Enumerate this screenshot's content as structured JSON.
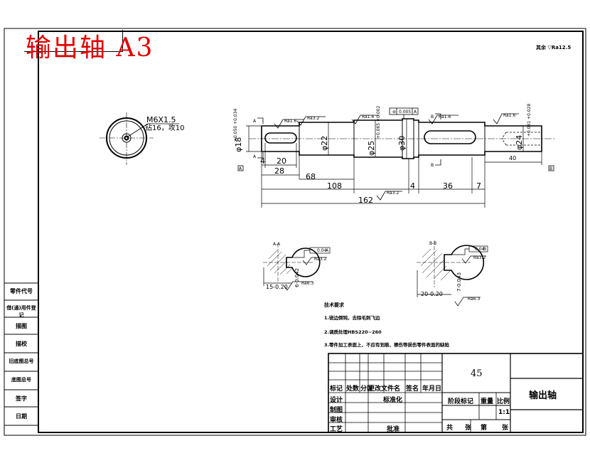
{
  "title_stamp": "输出轴 A3",
  "roughness_general": "其余 ▽Ra12.5",
  "hole_label": {
    "thread": "M6X1.5",
    "depth": "钻16，攻10"
  },
  "dimensions": {
    "d18": "φ18",
    "d18_tol": "+0.050 +0.034",
    "d22": "φ22",
    "d25": "φ25",
    "d25_tol": "+0.065 +0.002",
    "d30": "φ30",
    "d24": "φ24",
    "d24_tol": "+0.081 +0.028",
    "len4a": "4",
    "len20": "20",
    "len28": "28",
    "len68": "68",
    "len108": "108",
    "len4b": "4",
    "len36": "36",
    "len7": "7",
    "len162": "162",
    "len40": "40"
  },
  "roughness": {
    "r16a": "Ra1.6",
    "r32a": "Ra3.2",
    "r16b": "Ra1.6",
    "r16c": "Ra1.6",
    "r16d": "Ra1.6",
    "r32b": "Ra3.2"
  },
  "tolerance_frame": {
    "symbol": "⊚",
    "value": "0.005",
    "datum": "A"
  },
  "section_aa": {
    "label": "A-A",
    "tol": "0.04",
    "datum": "A",
    "r32": "Ra3.2",
    "r63": "Ra6.3",
    "dim_width": "15-0.20",
    "dim_depth": "6-0.042"
  },
  "section_bb": {
    "label": "B-B",
    "tol": "0.04",
    "datum": "B",
    "r32": "Ra3.2",
    "r63": "Ra6.3",
    "dim_width": "20-0.20",
    "dim_depth": "7-0.043"
  },
  "section_marks": {
    "a": "A",
    "b": "B"
  },
  "tech_notes": {
    "heading": "技术要求",
    "items": [
      "1.锐边倒钝，去除毛刺飞边",
      "2.调质处理HBS220~260",
      "3.零件加工表面上，不应有划痕、擦伤等损伤零件表面的缺陷"
    ]
  },
  "left_strip": [
    "零件代号",
    "借(通)用件登记",
    "描图",
    "描校",
    "旧底图总号",
    "底图总号",
    "签字",
    "日期"
  ],
  "title_block": {
    "material": "45",
    "part_name": "输出轴",
    "row_header": [
      "标记",
      "处数",
      "分区",
      "更改文件名",
      "签名",
      "年月日"
    ],
    "labels": {
      "design": "设计",
      "standard": "标准化",
      "drawing": "制图",
      "review": "审核",
      "process": "工艺",
      "approve": "批准",
      "stage": "阶段标记",
      "weight": "重量",
      "scale": "比例",
      "scale_value": "1:1",
      "total": "共",
      "sheets": "张",
      "page": "第",
      "sheet2": "张"
    }
  },
  "colors": {
    "stamp": "#e00000",
    "line": "#000000"
  }
}
